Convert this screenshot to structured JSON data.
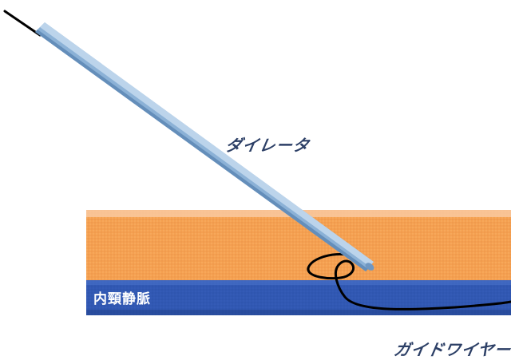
{
  "labels": {
    "dilator": "ダイレータ",
    "jugular_vein": "内頸静脈",
    "guidewire": "ガイドワイヤー"
  },
  "colors": {
    "tissue_orange": "#f5a050",
    "tissue_top_edge": "#f9c9a0",
    "vein_blue": "#3158b3",
    "dilator_light": "#c8ddf0",
    "dilator_mid": "#8bb1d6",
    "dilator_dark": "#5a86b3",
    "wire_black": "#000000",
    "label_navy": "#2c3f66"
  }
}
